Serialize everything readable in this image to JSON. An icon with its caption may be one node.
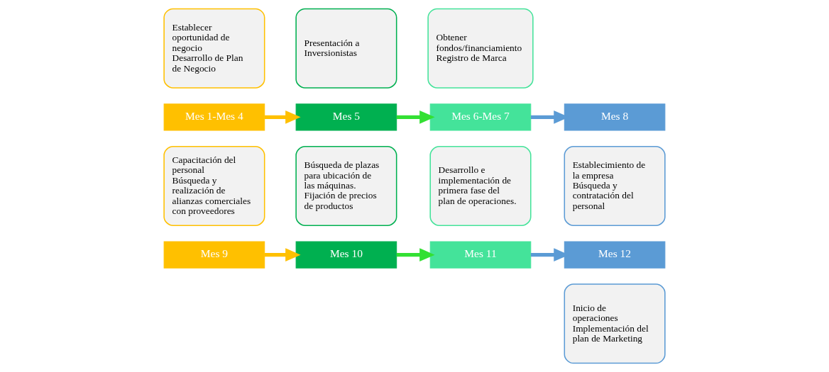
{
  "diagram": {
    "nodes": [
      {
        "text": [
          "Mes 1-Mes 4"
        ]
      },
      {
        "text": [
          "Establecer oportunidad de negocio",
          "Desarrollo de Plan de Negocio"
        ]
      },
      {
        "text": [
          "Mes 5"
        ]
      },
      {
        "text": [
          "Presentación a Inversionistas"
        ]
      },
      {
        "text": [
          "Mes 6-Mes 7"
        ]
      },
      {
        "text": [
          "Obtener fondos/financiamiento",
          "Registro de Marca"
        ]
      },
      {
        "text": [
          "Mes 8"
        ]
      },
      {
        "text": [
          "Establecimiento de la empresa",
          "Búsqueda y contratación del personal"
        ]
      },
      {
        "text": [
          "Mes 9"
        ]
      },
      {
        "text": [
          "Capacitación del personal",
          "Búsqueda y realización de alianzas comerciales con proveedores"
        ]
      },
      {
        "text": [
          "Mes 10"
        ]
      },
      {
        "text": [
          "Búsqueda de plazas para ubicación de las máquinas.",
          "Fijación de precios de productos"
        ]
      },
      {
        "text": [
          "Mes 11"
        ]
      },
      {
        "text": [
          "Desarrollo e implementación de primera fase del plan de operaciones."
        ]
      },
      {
        "text": [
          "Mes 12"
        ]
      },
      {
        "text": [
          "Inicio de operaciones",
          "Implementación del plan de Marketing"
        ]
      }
    ],
    "edges": [
      {
        "from": 0,
        "to": 2,
        "arrow": "to",
        "color": "#ffc000"
      },
      {
        "from": 2,
        "to": 4,
        "arrow": "to",
        "color": "#33e033"
      },
      {
        "from": 4,
        "to": 6,
        "arrow": "to",
        "color": "#5b9bd5"
      },
      {
        "from": 8,
        "to": 10,
        "arrow": "to",
        "color": "#ffc000"
      },
      {
        "from": 10,
        "to": 12,
        "arrow": "to",
        "color": "#33e033"
      },
      {
        "from": 12,
        "to": 14,
        "arrow": "to",
        "color": "#5b9bd5"
      }
    ]
  }
}
